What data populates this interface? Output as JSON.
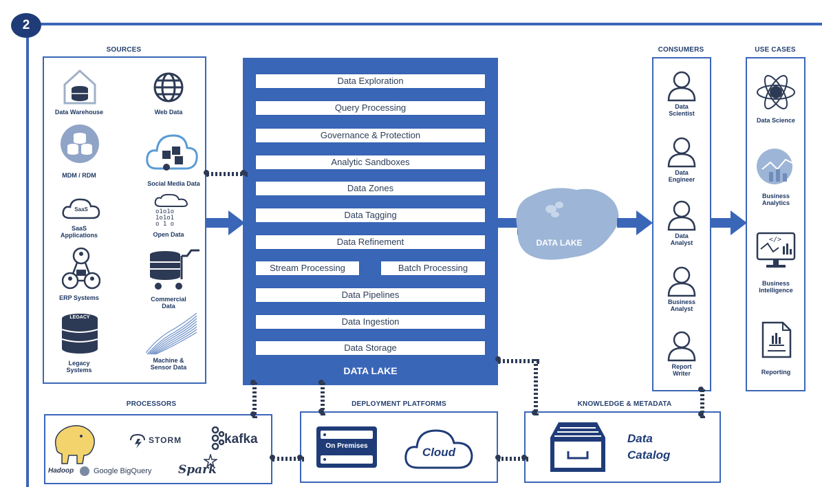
{
  "step_number": "2",
  "sources": {
    "header": "SOURCES",
    "items": [
      {
        "label": "Data Warehouse",
        "icon": "warehouse-icon"
      },
      {
        "label": "Web Data",
        "icon": "globe-icon"
      },
      {
        "label": "MDM / RDM",
        "icon": "database-circle-icon"
      },
      {
        "label": "Social Media Data",
        "icon": "social-cloud-icon"
      },
      {
        "label": "SaaS",
        "label2": "Applications",
        "icon": "saas-cloud-icon",
        "badge": "SaaS"
      },
      {
        "label": "Open Data",
        "icon": "open-data-cloud-icon"
      },
      {
        "label": "ERP Systems",
        "icon": "erp-network-icon"
      },
      {
        "label": "Commercial",
        "label2": "Data",
        "icon": "cart-icon"
      },
      {
        "label": "Legacy",
        "label2": "Systems",
        "icon": "legacy-db-icon",
        "badge": "LEGACY"
      },
      {
        "label": "Machine &",
        "label2": "Sensor Data",
        "icon": "wave-icon"
      }
    ]
  },
  "data_lake_stack": {
    "title": "DATA LAKE",
    "layers": [
      "Data Exploration",
      "Query Processing",
      "Governance & Protection",
      "Analytic Sandboxes",
      "Data Zones",
      "Data Tagging",
      "Data Refinement"
    ],
    "split_layer": [
      "Stream Processing",
      "Batch Processing"
    ],
    "bottom_layers": [
      "Data Pipelines",
      "Data Ingestion",
      "Data Storage"
    ]
  },
  "lake": {
    "label": "DATA LAKE"
  },
  "consumers": {
    "header": "CONSUMERS",
    "items": [
      {
        "l1": "Data",
        "l2": "Scientist"
      },
      {
        "l1": "Data",
        "l2": "Engineer"
      },
      {
        "l1": "Data",
        "l2": "Analyst"
      },
      {
        "l1": "Business",
        "l2": "Analyst"
      },
      {
        "l1": "Report",
        "l2": "Writer"
      }
    ]
  },
  "use_cases": {
    "header": "USE CASES",
    "items": [
      {
        "l1": "Data Science",
        "l2": "",
        "icon": "atom-icon"
      },
      {
        "l1": "Business",
        "l2": "Analytics",
        "icon": "analytics-icon"
      },
      {
        "l1": "Business",
        "l2": "Intelligence",
        "icon": "monitor-chart-icon"
      },
      {
        "l1": "Reporting",
        "l2": "",
        "icon": "report-icon"
      }
    ]
  },
  "processors": {
    "header": "PROCESSORS",
    "items": [
      "Hadoop",
      "STORM",
      "kafka",
      "Google BigQuery",
      "Spark"
    ]
  },
  "deployment": {
    "header": "DEPLOYMENT PLATFORMS",
    "on_premises": "On Premises",
    "cloud": "Cloud"
  },
  "knowledge": {
    "header": "KNOWLEDGE & METADATA",
    "catalog_l1": "Data",
    "catalog_l2": "Catalog"
  },
  "colors": {
    "primary": "#3a66b8",
    "dark": "#2d3a55",
    "badge": "#1f3c78",
    "lake": "#9db5d6"
  }
}
